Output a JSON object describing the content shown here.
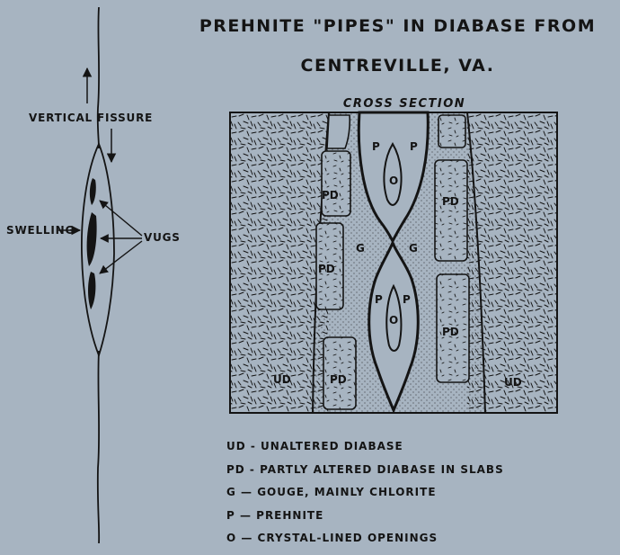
{
  "title": {
    "line1": "PREHNITE \"PIPES\" IN DIABASE FROM",
    "line2": "CENTREVILLE, VA."
  },
  "left_figure": {
    "fissure_label": "VERTICAL   FISSURE",
    "swelling_label": "SWELLING",
    "vugs_label": "VUGS"
  },
  "cross_section": {
    "title": "CROSS   SECTION",
    "labels": {
      "ud": "UD",
      "pd": "PD",
      "g": "G",
      "p": "P",
      "o": "O"
    }
  },
  "legend": [
    "UD - UNALTERED DIABASE",
    "PD - PARTLY ALTERED DIABASE IN SLABS",
    "G — GOUGE, MAINLY CHLORITE",
    "P — PREHNITE",
    "O — CRYSTAL-LINED OPENINGS"
  ],
  "colors": {
    "background": "#a7b4c1",
    "ink": "#141414"
  }
}
